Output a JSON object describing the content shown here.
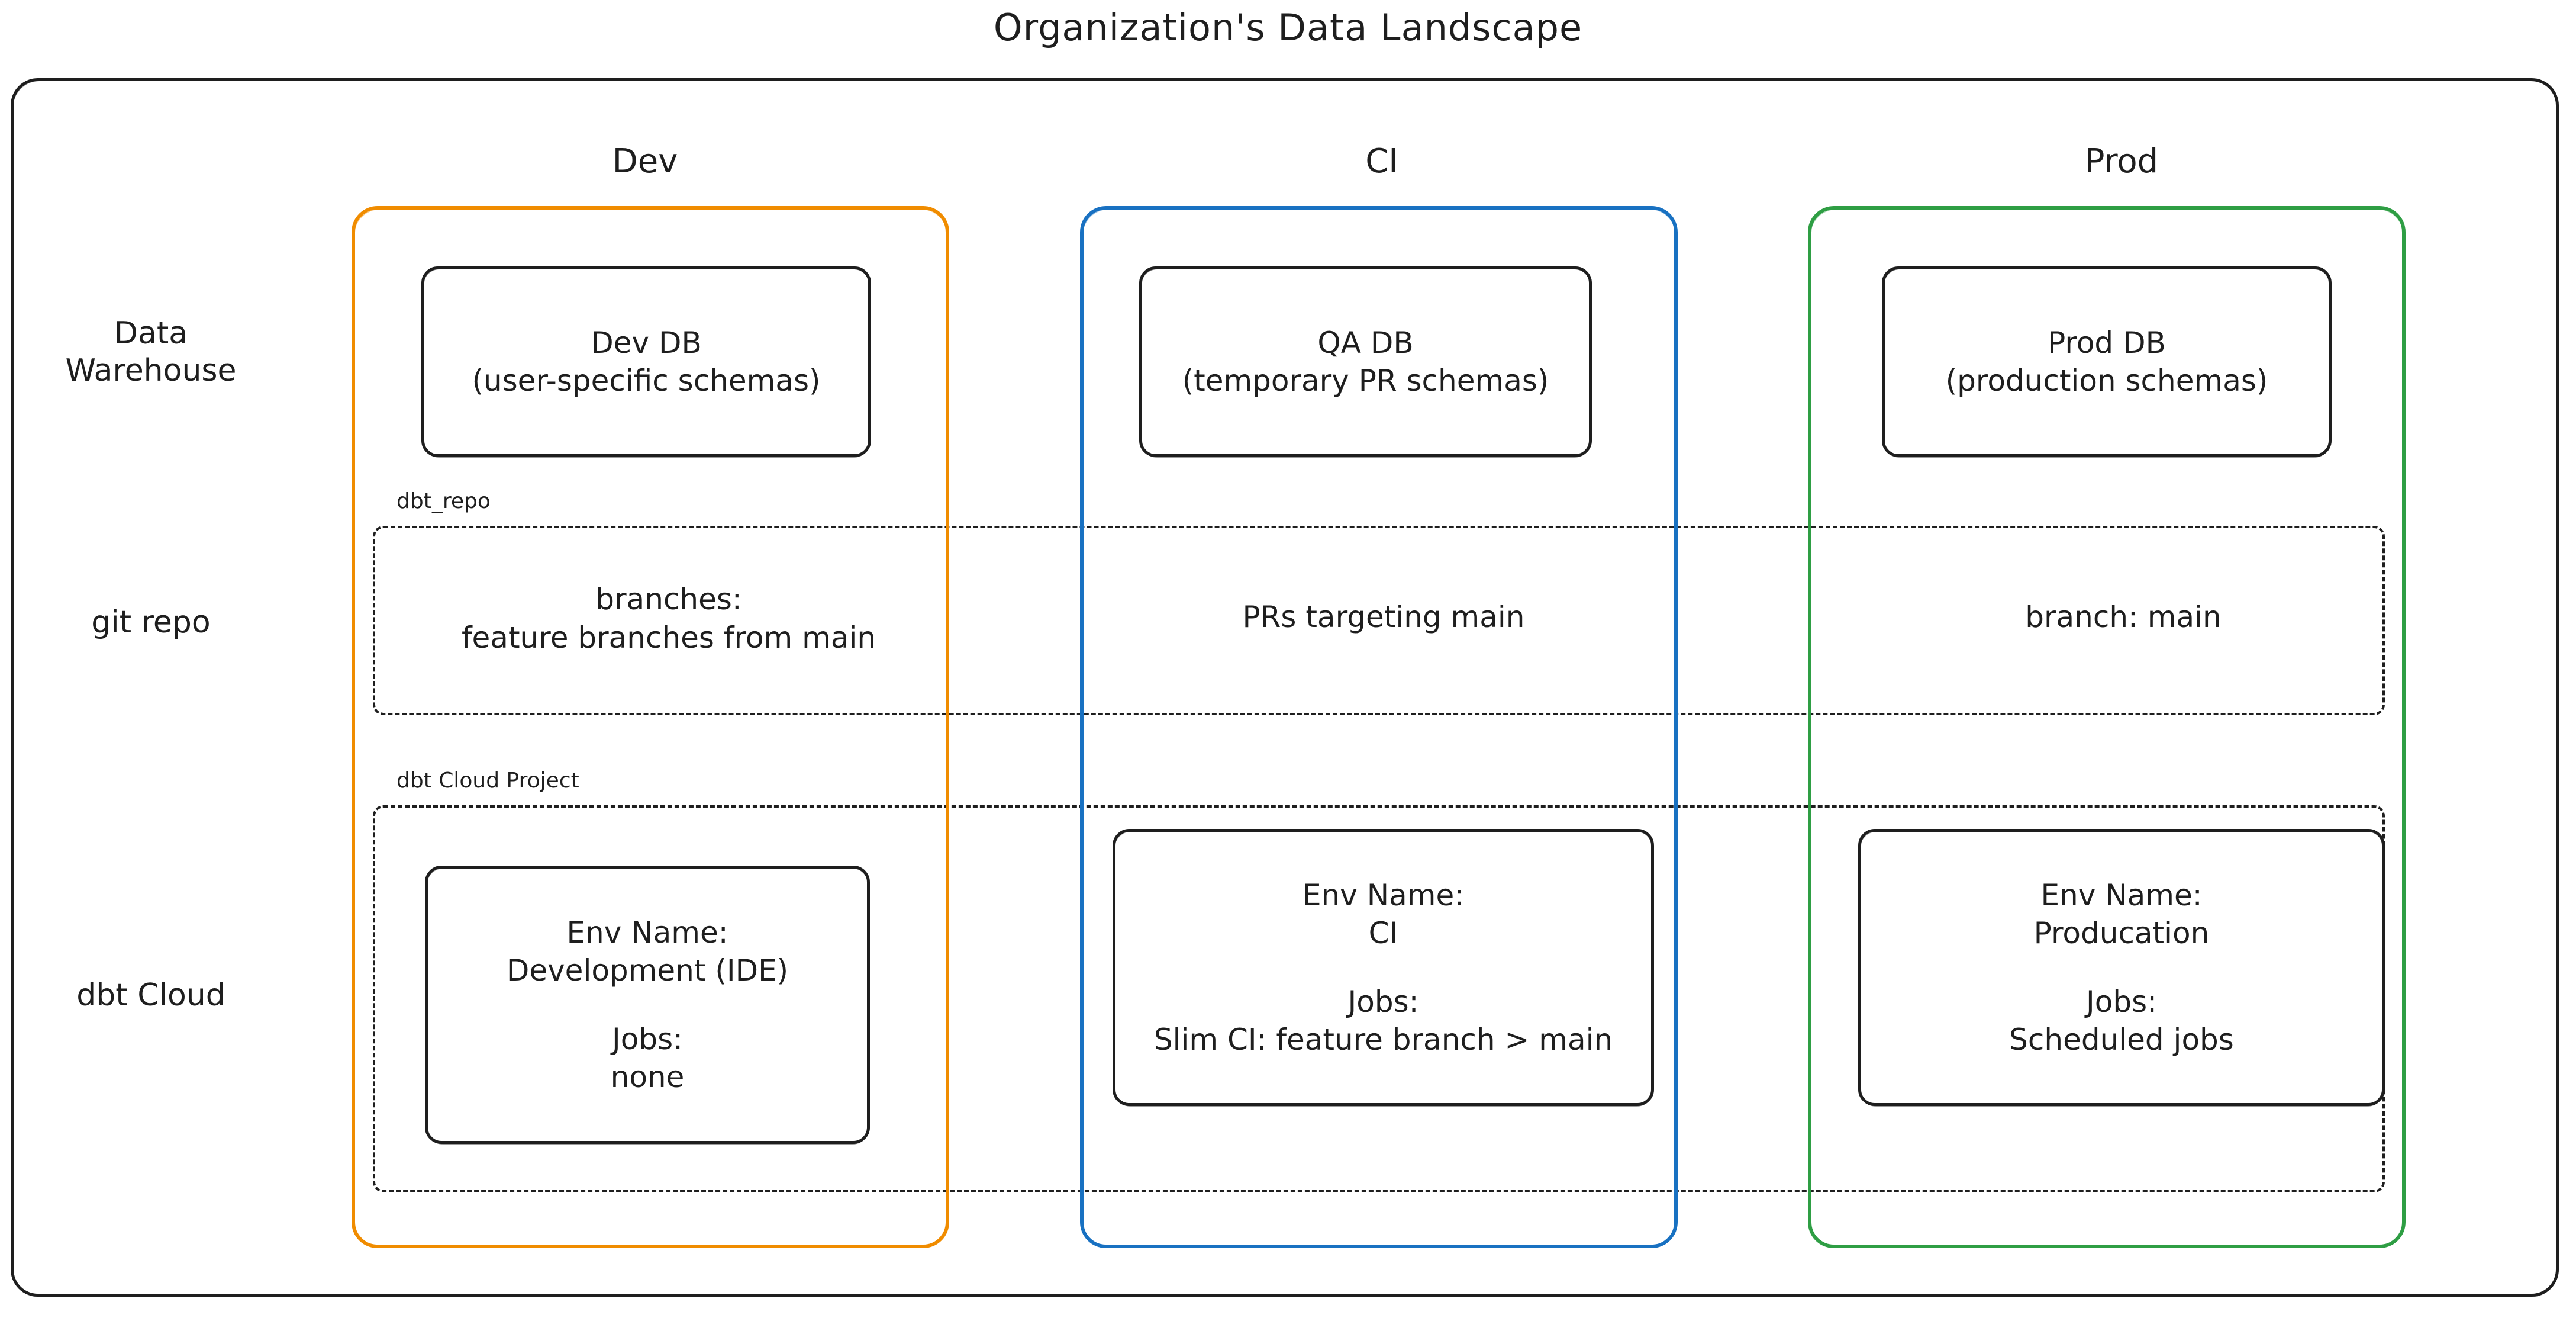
{
  "title": "Organization's Data Landscape",
  "row_labels": {
    "warehouse": "Data\nWarehouse",
    "git": "git repo",
    "dbt_cloud": "dbt Cloud"
  },
  "columns": [
    {
      "key": "dev",
      "header": "Dev",
      "color": "#f08c00"
    },
    {
      "key": "ci",
      "header": "CI",
      "color": "#1971c2"
    },
    {
      "key": "prod",
      "header": "Prod",
      "color": "#2f9e44"
    }
  ],
  "bands": {
    "git": {
      "label": "dbt_repo"
    },
    "dbt_cloud": {
      "label": "dbt Cloud Project"
    }
  },
  "warehouse": {
    "dev": {
      "line1": "Dev DB",
      "line2": "(user-specific schemas)"
    },
    "ci": {
      "line1": "QA DB",
      "line2": "(temporary PR schemas)"
    },
    "prod": {
      "line1": "Prod DB",
      "line2": "(production schemas)"
    }
  },
  "git_repo": {
    "dev": "branches:\nfeature branches from main",
    "ci": "PRs targeting main",
    "prod": "branch: main"
  },
  "dbt_cloud": {
    "dev": {
      "env_label": "Env Name:",
      "env_value": "Development (IDE)",
      "jobs_label": "Jobs:",
      "jobs_value": "none"
    },
    "ci": {
      "env_label": "Env Name:",
      "env_value": "CI",
      "jobs_label": "Jobs:",
      "jobs_value": "Slim CI: feature branch > main"
    },
    "prod": {
      "env_label": "Env Name:",
      "env_value": "Producation",
      "jobs_label": "Jobs:",
      "jobs_value": "Scheduled jobs"
    }
  }
}
